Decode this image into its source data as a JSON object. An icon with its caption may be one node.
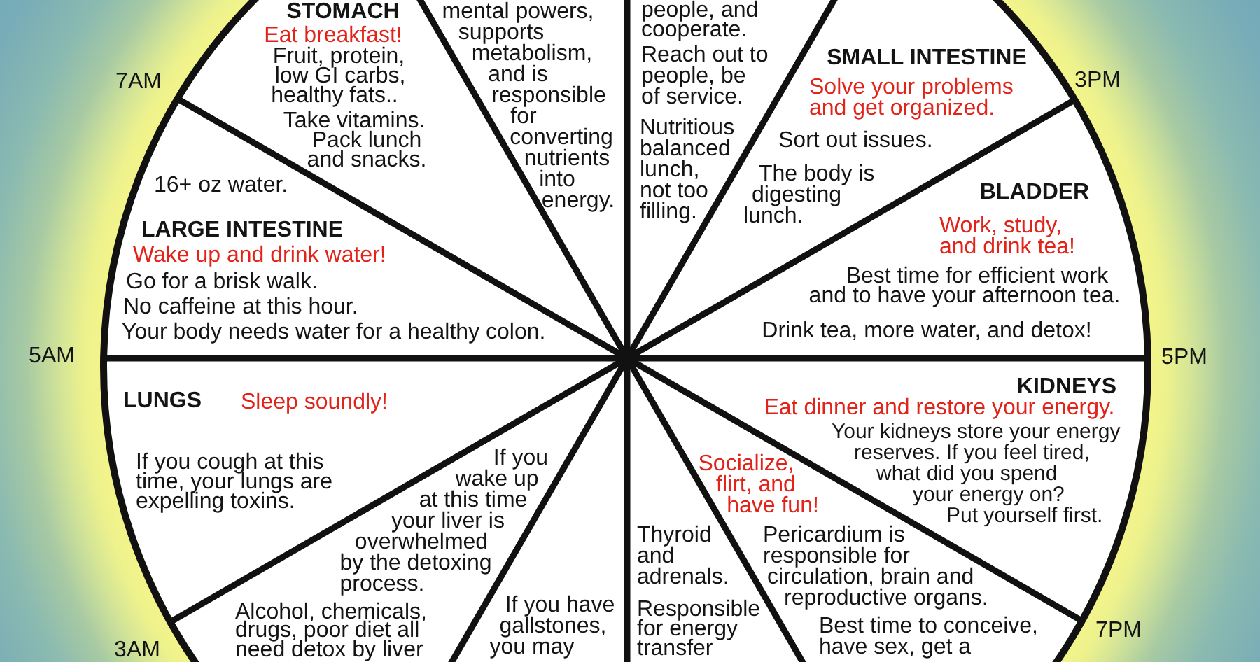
{
  "diagram": {
    "nodes": [
      {
        "text": [
          "16+ oz water.",
          "LARGE INTESTINE",
          "Wake up and drink water!",
          "Go for a brisk walk.",
          "No caffeine at this hour.",
          "Your body needs water for a healthy colon."
        ]
      },
      {
        "text": [
          "STOMACH",
          "Eat breakfast!",
          "Fruit, protein, low GI carbs, healthy fats..",
          "Take vitamins.",
          "Pack lunch and snacks."
        ]
      },
      {
        "text": [
          "mental powers, supports metabolism, and is responsible for converting nutrients into energy."
        ]
      },
      {
        "text": [
          "people, and cooperate.",
          "Reach out to people, be of service.",
          "Nutritious balanced lunch, not too filling."
        ]
      },
      {
        "text": [
          "SMALL INTESTINE",
          "Solve your problems and get organized.",
          "Sort out issues.",
          "The body is digesting lunch."
        ]
      },
      {
        "text": [
          "BLADDER",
          "Work, study, and drink tea!",
          "Best time for efficient work and to have your afternoon tea.",
          "Drink tea, more water, and detox!"
        ]
      },
      {
        "text": [
          "KIDNEYS",
          "Eat dinner and restore your energy.",
          "Your kidneys store your energy reserves. If you feel tired, what did you spend your energy on? Put yourself first."
        ]
      },
      {
        "text": [
          "Socialize, flirt, and have fun!",
          "Pericardium is responsible for circulation, brain and reproductive organs.",
          "Best time to conceive, have sex, get a"
        ]
      },
      {
        "text": [
          "Thyroid and adrenals.",
          "Responsible for energy transfer"
        ]
      },
      {
        "text": [
          "If you have gallstones, you may"
        ]
      },
      {
        "text": [
          "If you wake up at this time your liver is overwhelmed by the detoxing process.",
          "Alcohol, chemicals, drugs, poor diet all need detox by liver"
        ]
      },
      {
        "text": [
          "LUNGS",
          "Sleep soundly!",
          "If you cough at this time, your lungs are expelling toxins."
        ]
      }
    ],
    "labels": [
      "7AM",
      "3PM",
      "5AM",
      "5PM",
      "7PM",
      "3AM"
    ]
  }
}
